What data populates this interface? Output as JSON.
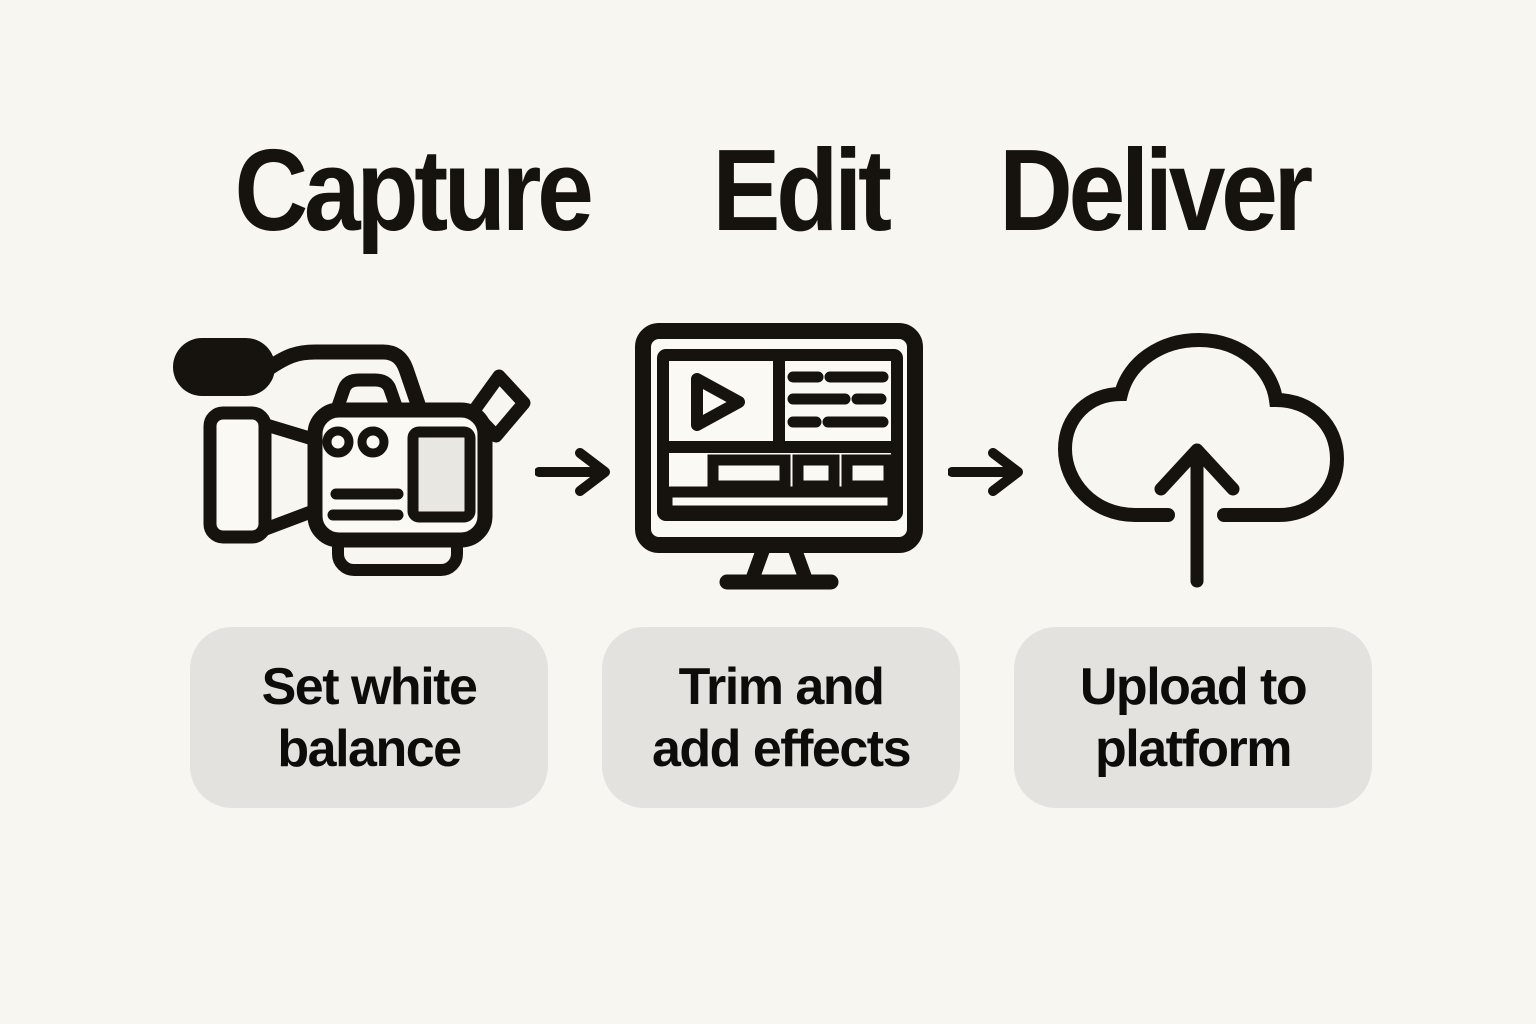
{
  "canvas": {
    "background_color": "#f8f6f1",
    "ink_color": "#16130f",
    "card_color": "#e3e2df"
  },
  "steps": [
    {
      "title": "Capture",
      "icon": "video-camera-icon",
      "caption": "Set white balance",
      "caption_lines": [
        "Set white",
        "balance"
      ]
    },
    {
      "title": "Edit",
      "icon": "editing-monitor-icon",
      "caption": "Trim and add effects",
      "caption_lines": [
        "Trim and",
        "add effects"
      ]
    },
    {
      "title": "Deliver",
      "icon": "cloud-upload-icon",
      "caption": "Upload to platform",
      "caption_lines": [
        "Upload to",
        "platform"
      ]
    }
  ],
  "connectors": {
    "icon": "right-arrow-icon",
    "count": 2
  }
}
